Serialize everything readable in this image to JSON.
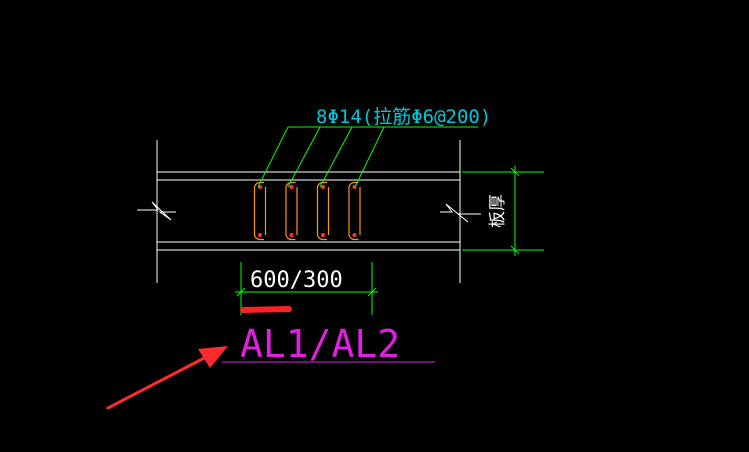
{
  "drawing": {
    "rebar_label": "8Φ14(拉筋Φ6@200)",
    "width_dim": "600/300",
    "thickness_label": "板厚",
    "tag_label": "AL1/AL2",
    "rebar_count": 8
  },
  "colors": {
    "background": "#000000",
    "slab": "#ffffff",
    "rebar_label": "#00c8d8",
    "leader": "#00ff00",
    "dimension": "#00ff00",
    "stirrup": "#ff9900",
    "rebar_dot": "#ff3333",
    "tag": "#e020e0",
    "highlight": "#ff2020"
  }
}
